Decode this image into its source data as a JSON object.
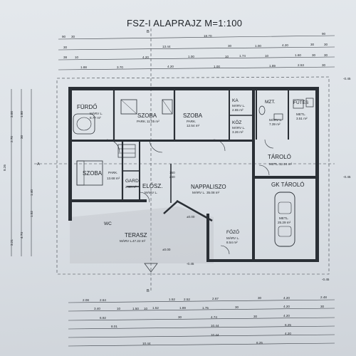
{
  "title": "FSZ-I ALAPRAJZ M=1:100",
  "section_marks": {
    "top": "B",
    "bottom": "B",
    "left": "A"
  },
  "corner_levels": [
    "-0.45",
    "-0.45",
    "-0.45"
  ],
  "rooms": [
    {
      "id": "furdo",
      "name": "FÜRDŐ",
      "detail": "MÁRV L.",
      "area": "8.77 m²"
    },
    {
      "id": "szoba1",
      "name": "SZOBA",
      "detail": "PARK.",
      "area": "11.25 m²"
    },
    {
      "id": "szoba2",
      "name": "SZOBA",
      "detail": "PARK.",
      "area": "12.54 m²"
    },
    {
      "id": "ka",
      "name": "KA",
      "detail": "MÁRV L.",
      "area": "2.65 m²"
    },
    {
      "id": "koz",
      "name": "KÖZ",
      "detail": "MÁRV L.",
      "area": "3.26 m²"
    },
    {
      "id": "mzt",
      "name": "MZT.",
      "detail": "MÁRV L.",
      "area": "7.39 m²"
    },
    {
      "id": "futes",
      "name": "FŰTÉS",
      "detail": "METL.",
      "area": "3.51 m²"
    },
    {
      "id": "szoba3",
      "name": "SZOBA",
      "detail": "PARK.",
      "area": "13.68 m²"
    },
    {
      "id": "gard",
      "name": "GARD.",
      "detail": "",
      "area": "2.40 m²"
    },
    {
      "id": "eloszo",
      "name": "ELŐSZ.",
      "detail": "MÁRV L.",
      "area": ""
    },
    {
      "id": "wc",
      "name": "WC",
      "detail": "",
      "area": ""
    },
    {
      "id": "nappali",
      "name": "NAPPALISZO",
      "detail": "MÁRV L.",
      "area": "35.08 m²"
    },
    {
      "id": "taroló",
      "name": "TÁROLÓ",
      "detail": "METL.",
      "area": "12.24 m²"
    },
    {
      "id": "gk",
      "name": "GK TÁROLÓ",
      "detail": "METL.",
      "area": "25.29 m²"
    },
    {
      "id": "fozo",
      "name": "FŐZŐ",
      "detail": "MÁRV L.",
      "area": "8.54 m²"
    },
    {
      "id": "terasz",
      "name": "TERASZ",
      "detail": "MÁRV L.",
      "area": "47.22 m²"
    }
  ],
  "levels": [
    "±0.00",
    "±0.00",
    "-0.45"
  ],
  "opening_label": {
    "a": "160",
    "b": "240"
  },
  "top_dims": {
    "row1": [
      "90",
      "30",
      "18.70",
      "90"
    ],
    "row2": [
      "30",
      "13.44",
      "30",
      "1.00",
      "4.20",
      "30",
      "30"
    ],
    "row3": [
      "38",
      "10",
      "4.20",
      "1.00",
      "10",
      "1.74",
      "10",
      "1.60",
      "30",
      "30"
    ],
    "row4": [
      "1.88",
      "3.70",
      "4.20",
      "1.00",
      "1.89",
      "2.53",
      "30"
    ]
  },
  "bottom_dims": {
    "row1": [
      "2.08",
      "2.64",
      "1.52",
      "2.52",
      "2.67",
      "30",
      "4.20",
      "2.48"
    ],
    "row2": [
      "3.40",
      "10",
      "1.50",
      "10",
      "1.52",
      "1.89",
      "1.75",
      "30",
      "4.20",
      "30"
    ],
    "row3": [
      "6.92",
      "30",
      "4.74",
      "30",
      "4.20"
    ],
    "row4": [
      "8.01",
      "10.44",
      "6.25"
    ],
    "row5": [
      "10.44",
      "4.20"
    ],
    "row6": [
      "10.44",
      "6.25"
    ]
  },
  "left_dims": [
    "3.00",
    "2.70",
    "1.80",
    "30",
    "1.40",
    "1.52",
    "3.21",
    "4.74",
    "8.26"
  ]
}
